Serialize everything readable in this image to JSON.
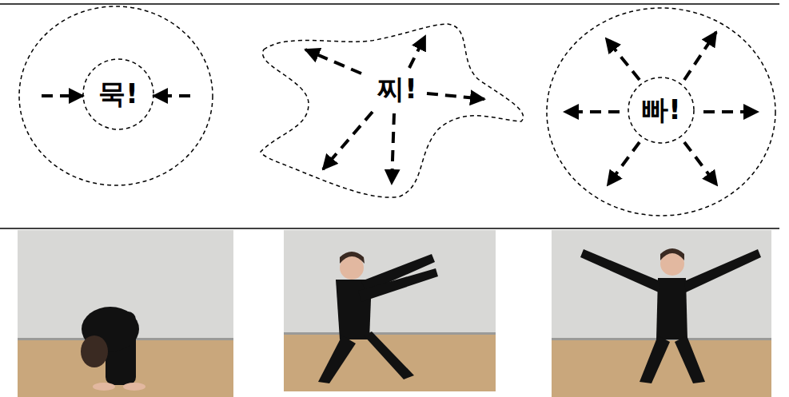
{
  "diagram": {
    "nodes": [
      {
        "text": [
          "묵!"
        ]
      },
      {
        "text": [
          "찌!"
        ]
      },
      {
        "text": [
          "빠!"
        ]
      }
    ]
  }
}
